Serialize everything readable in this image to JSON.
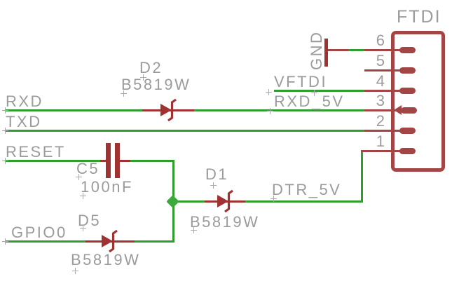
{
  "connector": {
    "title": "FTDI",
    "pin_numbers": [
      "6",
      "5",
      "4",
      "3",
      "2",
      "1"
    ]
  },
  "nets": {
    "rxd": "RXD",
    "txd": "TXD",
    "reset": "RESET",
    "gpio0": "GPIO0",
    "gnd": "GND",
    "vftdi": "VFTDI",
    "rxd_5v": "RXD_5V",
    "dtr_5v": "DTR_5V"
  },
  "components": {
    "d2": {
      "ref": "D2",
      "value": "B5819W"
    },
    "d1": {
      "ref": "D1",
      "value": "B5819W"
    },
    "d5": {
      "ref": "D5",
      "value": "B5819W"
    },
    "c5": {
      "ref": "C5",
      "value": "100nF"
    }
  },
  "colors": {
    "wire_green": "#2f9e2f",
    "junction_green": "#3aa83a",
    "symbol_red": "#a34545",
    "component_red": "#a03232",
    "label_gray": "#9b9b9b"
  }
}
